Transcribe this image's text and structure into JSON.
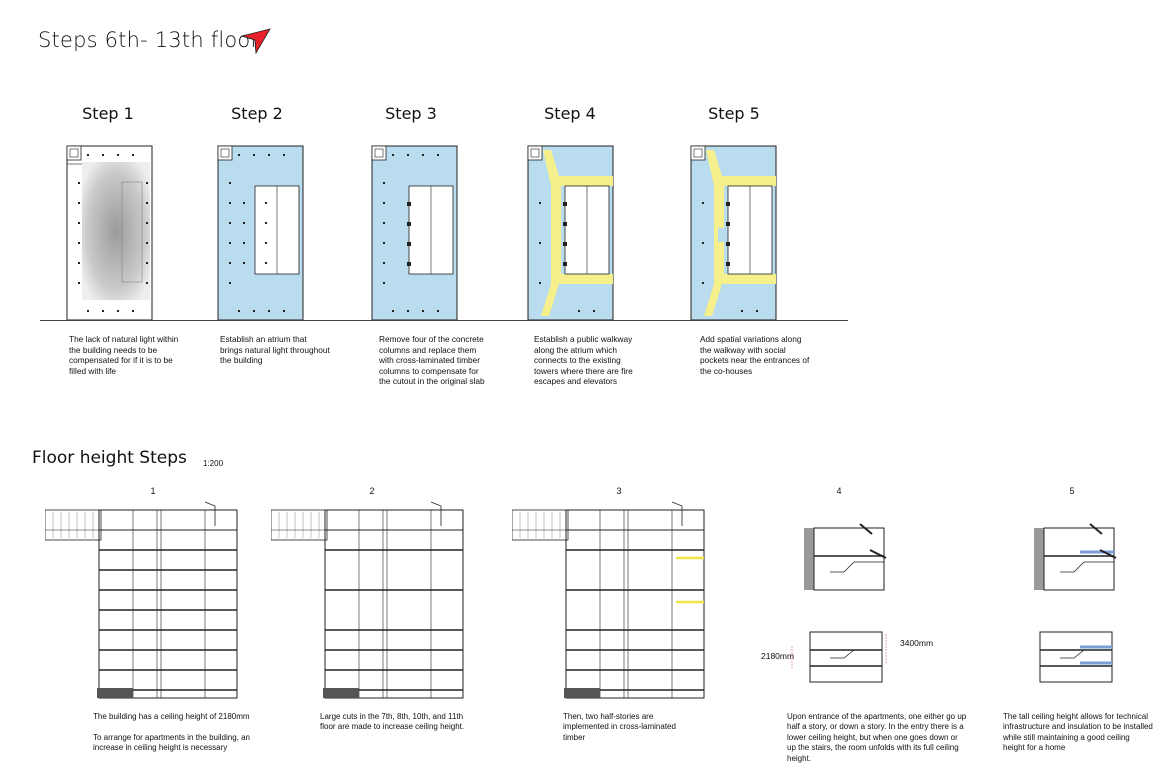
{
  "header": {
    "title": "Steps 6th- 13th floor",
    "icon": "north-arrow-icon",
    "accent": "#e8202a"
  },
  "steps": [
    {
      "label": "Step 1",
      "text": "The lack of natural light within the building needs to be compensated for if it is to be filled with life"
    },
    {
      "label": "Step 2",
      "text": "Establish an atrium that brings natural light throughout the building"
    },
    {
      "label": "Step 3",
      "text": "Remove four of the concrete columns and replace them with cross-laminated timber columns to compensate for the cutout in the original slab"
    },
    {
      "label": "Step 4",
      "text": "Establish a public walkway along the atrium which connects to the existing towers where there are fire escapes and elevators"
    },
    {
      "label": "Step 5",
      "text": "Add spatial variations along the walkway with social pockets near the entrances of the co-houses"
    }
  ],
  "colors": {
    "floor_blue": "#b9dcee",
    "walkway_yellow": "#f5ef8c",
    "line": "#222222"
  },
  "floor_heights": {
    "title": "Floor height Steps",
    "scale": "1:200",
    "steps": [
      {
        "number": "1",
        "text": "The building has a ceiling height of 2180mm\n\nTo arrange for apartments in the building, an increase in ceiling height is necessary"
      },
      {
        "number": "2",
        "text": "Large cuts in the 7th, 8th, 10th, and 11th floor are made to increase ceiling height."
      },
      {
        "number": "3",
        "text": "Then, two half-stories are implemented in cross-laminated timber"
      },
      {
        "number": "4",
        "text": "Upon entrance of the apartments, one either go up half a story, or down a story. In the entry there is a lower ceiling height, but when one goes down or up the stairs, the room unfolds with its full ceiling height."
      },
      {
        "number": "5",
        "text": "The tall ceiling height allows for technical infrastructure and insulation to be installed while still maintaining a good ceiling height for a home"
      }
    ],
    "dimensions": {
      "low": "2180mm",
      "high": "3400mm"
    }
  }
}
